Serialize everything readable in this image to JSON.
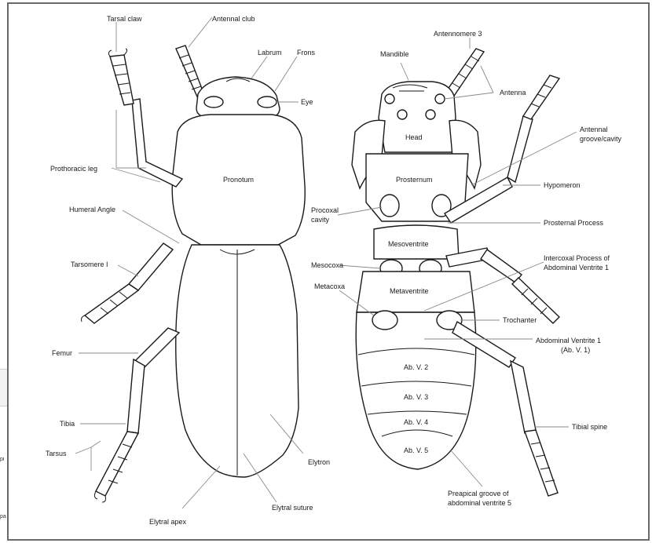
{
  "labels": {
    "tarsal_claw": "Tarsal claw",
    "antennal_club": "Antennal club",
    "labrum": "Labrum",
    "frons": "Frons",
    "eye": "Eye",
    "pronotum": "Pronotum",
    "prothoracic_leg": "Prothoracic leg",
    "humeral_angle": "Humeral Angle",
    "tarsomere_1": "Tarsomere I",
    "femur": "Femur",
    "tibia": "Tibia",
    "tarsus": "Tarsus",
    "elytral_apex": "Elytral apex",
    "elytral_suture": "Elytral suture",
    "elytron": "Elytron",
    "mandible": "Mandible",
    "antennomere_3": "Antennomere 3",
    "antenna": "Antenna",
    "head": "Head",
    "antennal_groove_line1": "Antennal",
    "antennal_groove_line2": "groove/cavity",
    "prosternum": "Prosternum",
    "hypomeron": "Hypomeron",
    "procoxal_line1": "Procoxal",
    "procoxal_line2": "cavity",
    "prosternal_process": "Prosternal Process",
    "mesoventrite": "Mesoventrite",
    "mesocoxa": "Mesocoxa",
    "intercoxal_line1": "Intercoxal Process of",
    "intercoxal_line2": "Abdominal Ventrite 1",
    "metacoxa": "Metacoxa",
    "metaventrite": "Metaventrite",
    "trochanter": "Trochanter",
    "abv1_line1": "Abdominal Ventrite 1",
    "abv1_line2": "(Ab. V. 1)",
    "abv2": "Ab. V. 2",
    "abv3": "Ab. V. 3",
    "abv4": "Ab. V. 4",
    "abv5": "Ab. V. 5",
    "tibial_spine": "Tibial spine",
    "preapical_line1": "Preapical groove of",
    "preapical_line2": "abdominal ventrite 5"
  },
  "background_page": {
    "fragment_1": "pi",
    "fragment_2": "pa"
  }
}
